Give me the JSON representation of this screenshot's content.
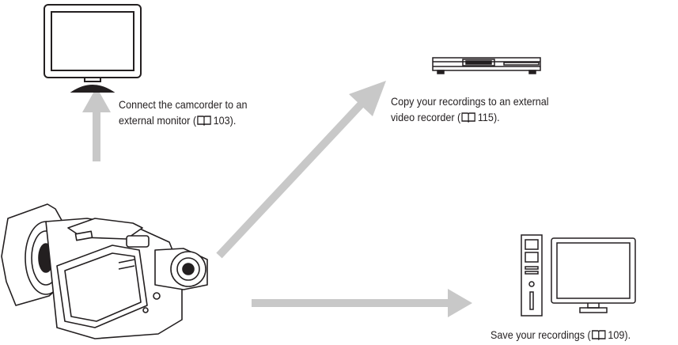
{
  "colors": {
    "arrow": "#c8c8c8",
    "ink": "#231f20"
  },
  "captions": {
    "monitor": {
      "line1": "Connect the camcorder to an",
      "line2_prefix": "external monitor (",
      "page": "103",
      "line2_suffix": ")."
    },
    "recorder": {
      "line1": "Copy your recordings to an external",
      "line2_prefix": "video recorder (",
      "page": "115",
      "line2_suffix": ")."
    },
    "computer": {
      "line1_prefix": "Save your recordings (",
      "page": "109",
      "line1_suffix": ")."
    }
  },
  "icons": {
    "camcorder": "camcorder-icon",
    "monitor": "tv-monitor-icon",
    "recorder": "video-recorder-icon",
    "computer": "desktop-computer-icon",
    "page_ref": "book-icon"
  }
}
